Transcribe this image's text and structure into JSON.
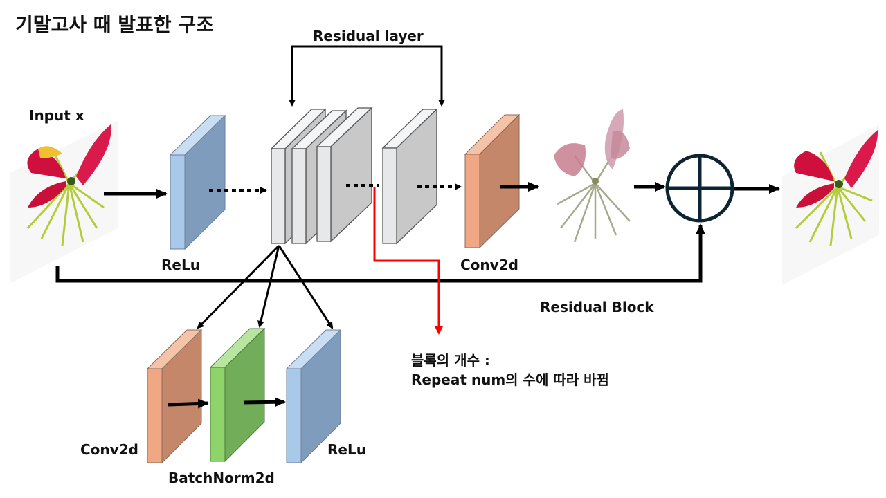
{
  "title": "기말고사 때 발표한 구조",
  "labels": {
    "residual_layer": "Residual layer",
    "input": "Input x",
    "relu_main": "ReLu",
    "conv2d_main": "Conv2d",
    "residual_block": "Residual Block",
    "note_line1": "블록의 개수 :",
    "note_line2": "Repeat num의 수에 따라 바뀜",
    "conv2d_sub": "Conv2d",
    "batchnorm_sub": "BatchNorm2d",
    "relu_sub": "ReLu"
  },
  "colors": {
    "relu": "#a9c9ea",
    "conv": "#f0a884",
    "batchnorm": "#8fd46b",
    "residual": "#e6e8ea",
    "highlight_arrow": "#ff0000",
    "petal": "#d0103c",
    "stem": "#a8c832"
  }
}
